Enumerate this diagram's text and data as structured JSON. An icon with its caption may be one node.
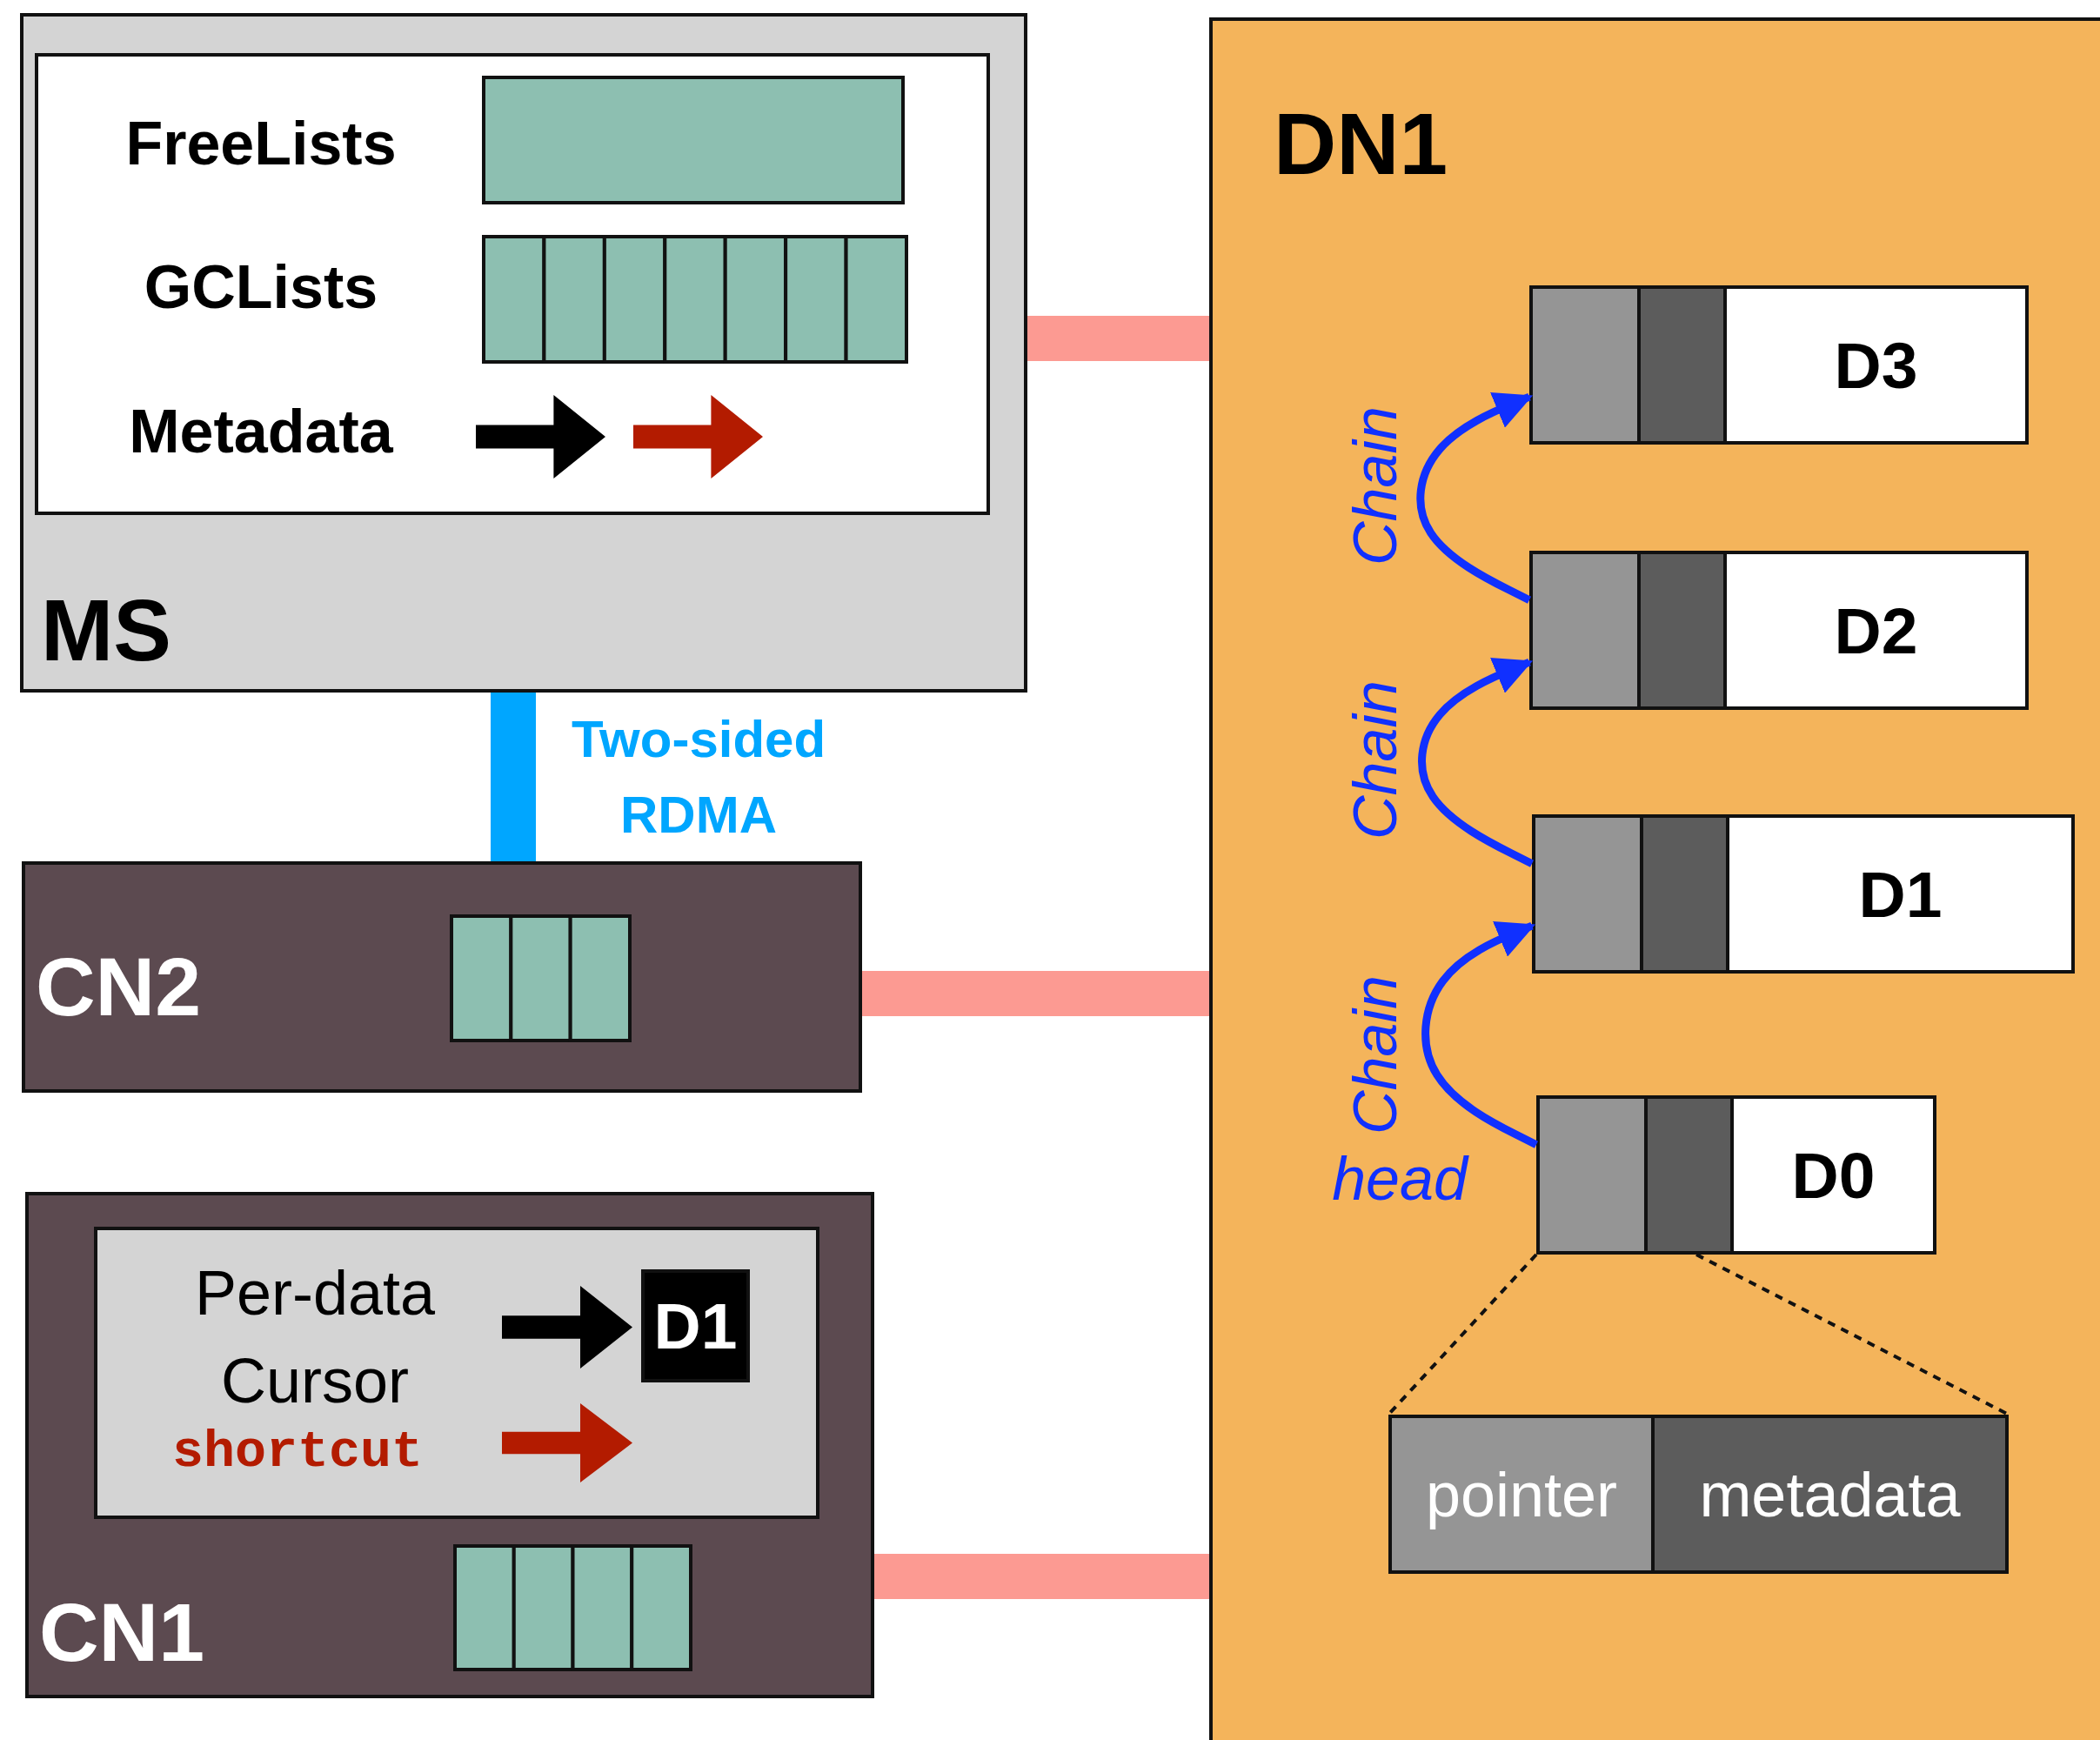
{
  "diagram": {
    "nodes": [
      {
        "text": [
          "MS"
        ]
      },
      {
        "text": [
          "DN1"
        ]
      },
      {
        "text": [
          "CN2"
        ]
      },
      {
        "text": [
          "CN1"
        ]
      },
      {
        "text": [
          "Per-data Cursor",
          "shortcut"
        ],
        "in": 3
      },
      {
        "text": [
          "D1"
        ],
        "in": 4
      },
      {
        "text": [
          "D3"
        ],
        "in": 1
      },
      {
        "text": [
          "D2"
        ],
        "in": 1
      },
      {
        "text": [
          "D1"
        ],
        "in": 1
      },
      {
        "text": [
          "D0"
        ],
        "in": 1
      },
      {
        "text": [
          "pointer"
        ],
        "in": 1
      },
      {
        "text": [
          "metadata"
        ],
        "in": 1
      }
    ],
    "edges": [
      {
        "from": 0,
        "to": 1,
        "arrow": "none",
        "style": "thick",
        "color": "#fc9a92"
      },
      {
        "from": 2,
        "to": 1,
        "arrow": "none",
        "style": "thick",
        "color": "#fc9a92"
      },
      {
        "from": 3,
        "to": 1,
        "arrow": "none",
        "style": "thick",
        "color": "#fc9a92"
      },
      {
        "from": 0,
        "to": 2,
        "arrow": "none",
        "style": "thick",
        "color": "#00a6ff",
        "label": "Two-sided RDMA"
      },
      {
        "from": 9,
        "to": 8,
        "arrow": "to",
        "color": "#1030ff",
        "label": "Chain"
      },
      {
        "from": 8,
        "to": 7,
        "arrow": "to",
        "color": "#1030ff",
        "label": "Chain"
      },
      {
        "from": 7,
        "to": 6,
        "arrow": "to",
        "color": "#1030ff",
        "label": "Chain"
      },
      {
        "from": 9,
        "to": 10,
        "arrow": "none",
        "style": "dashed",
        "color": "#111111"
      },
      {
        "from": 9,
        "to": 11,
        "arrow": "none",
        "style": "dashed",
        "color": "#111111"
      }
    ],
    "labels": [
      "FreeLists",
      "GCLists",
      "Metadata",
      "head"
    ]
  }
}
